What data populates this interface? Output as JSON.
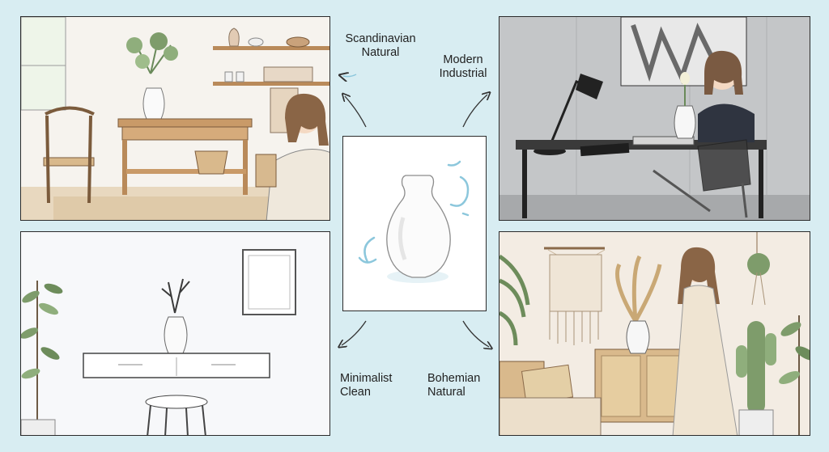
{
  "labels": {
    "scandinavian": {
      "line1": "Scandinavian",
      "line2": "Natural"
    },
    "industrial": {
      "line1": "Modern",
      "line2": "Industrial"
    },
    "minimalist": {
      "line1": "Minimalist",
      "line2": "Clean"
    },
    "bohemian": {
      "line1": "Bohemian",
      "line2": "Natural"
    }
  },
  "colors": {
    "background": "#d8edf2",
    "accent_swirl": "#8cc7dc",
    "wood": "#caa57b",
    "concrete": "#b9bcbf",
    "rattan": "#e0c28e",
    "plant": "#7e9c6b"
  }
}
